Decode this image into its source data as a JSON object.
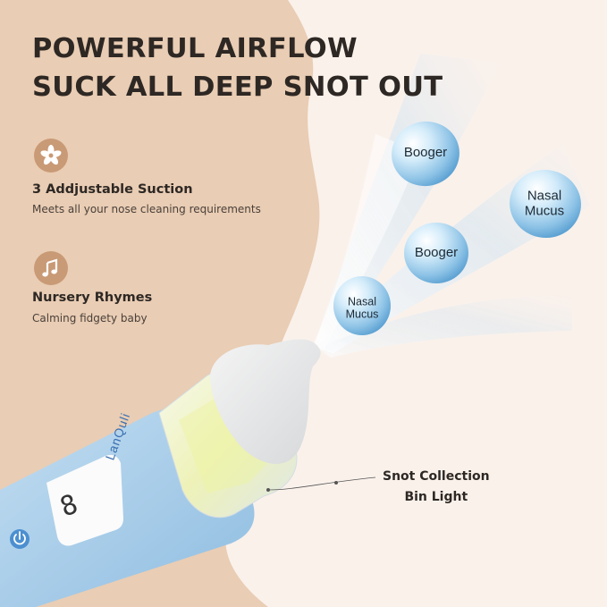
{
  "headline": {
    "line1": "POWERFUL AIRFLOW",
    "line2": "SUCK ALL DEEP SNOT OUT"
  },
  "features": [
    {
      "icon": "fan-icon",
      "title": "3 Addjustable Suction",
      "description": "Meets all your nose cleaning requirements"
    },
    {
      "icon": "music-note-icon",
      "title": "Nursery Rhymes",
      "description": "Calming fidgety baby"
    }
  ],
  "bubbles": [
    {
      "label": "Booger"
    },
    {
      "label": "Nasal Mucus"
    },
    {
      "label": "Booger"
    },
    {
      "label": "Nasal Mucus"
    }
  ],
  "callout": {
    "line1": "Snot Collection",
    "line2": "Bin Light"
  },
  "device": {
    "brand": "LanQuli",
    "display": "8"
  },
  "colors": {
    "background_left": "#e9cdb4",
    "background_right": "#faf1eb",
    "icon_circle": "#c99a76",
    "device_body": "#a8cde8",
    "bubble": "#8ec3e6",
    "text_dark": "#2e2824"
  }
}
